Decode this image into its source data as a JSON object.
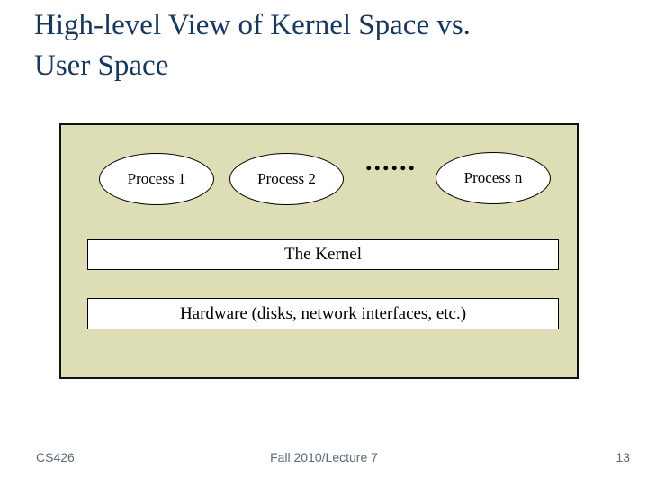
{
  "slide": {
    "title": {
      "line1": "High-level View of Kernel Space vs.",
      "line2": "User Space"
    },
    "footer": {
      "course": "CS426",
      "center": "Fall 2010/Lecture 7",
      "page_number": "13"
    }
  },
  "diagram": {
    "processes": [
      {
        "label": "Process 1"
      },
      {
        "label": "Process 2"
      },
      {
        "label": "Process n"
      }
    ],
    "ellipsis": "......",
    "kernel_label": "The Kernel",
    "hardware_label": "Hardware (disks, network interfaces, etc.)",
    "colors": {
      "box_background": "#dedeb6",
      "box_border": "#111111",
      "shape_fill": "#ffffff",
      "shape_border": "#000000",
      "title_text": "#17375d",
      "footer_text": "#5c6b7a"
    }
  }
}
